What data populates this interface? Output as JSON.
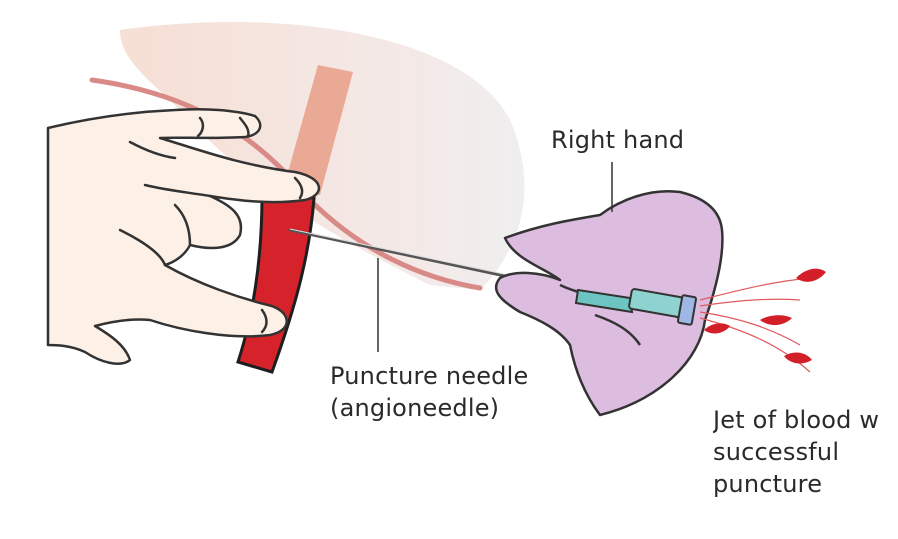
{
  "labels": {
    "right_hand": "Right hand",
    "needle": [
      "Puncture needle",
      "(angioneedle)"
    ],
    "jet": [
      "Jet of blood w",
      "successful",
      "puncture"
    ]
  },
  "colors": {
    "skin": "#fdf0e6",
    "skin_outline": "#333333",
    "thigh": "#f8e7dd",
    "inguinal_line": "#d98a86",
    "artery": "#d6232b",
    "artery_band": "#e9a994",
    "glove": "#dcbde0",
    "hub": "#6cc5c0",
    "blood": "#d21f2a"
  }
}
